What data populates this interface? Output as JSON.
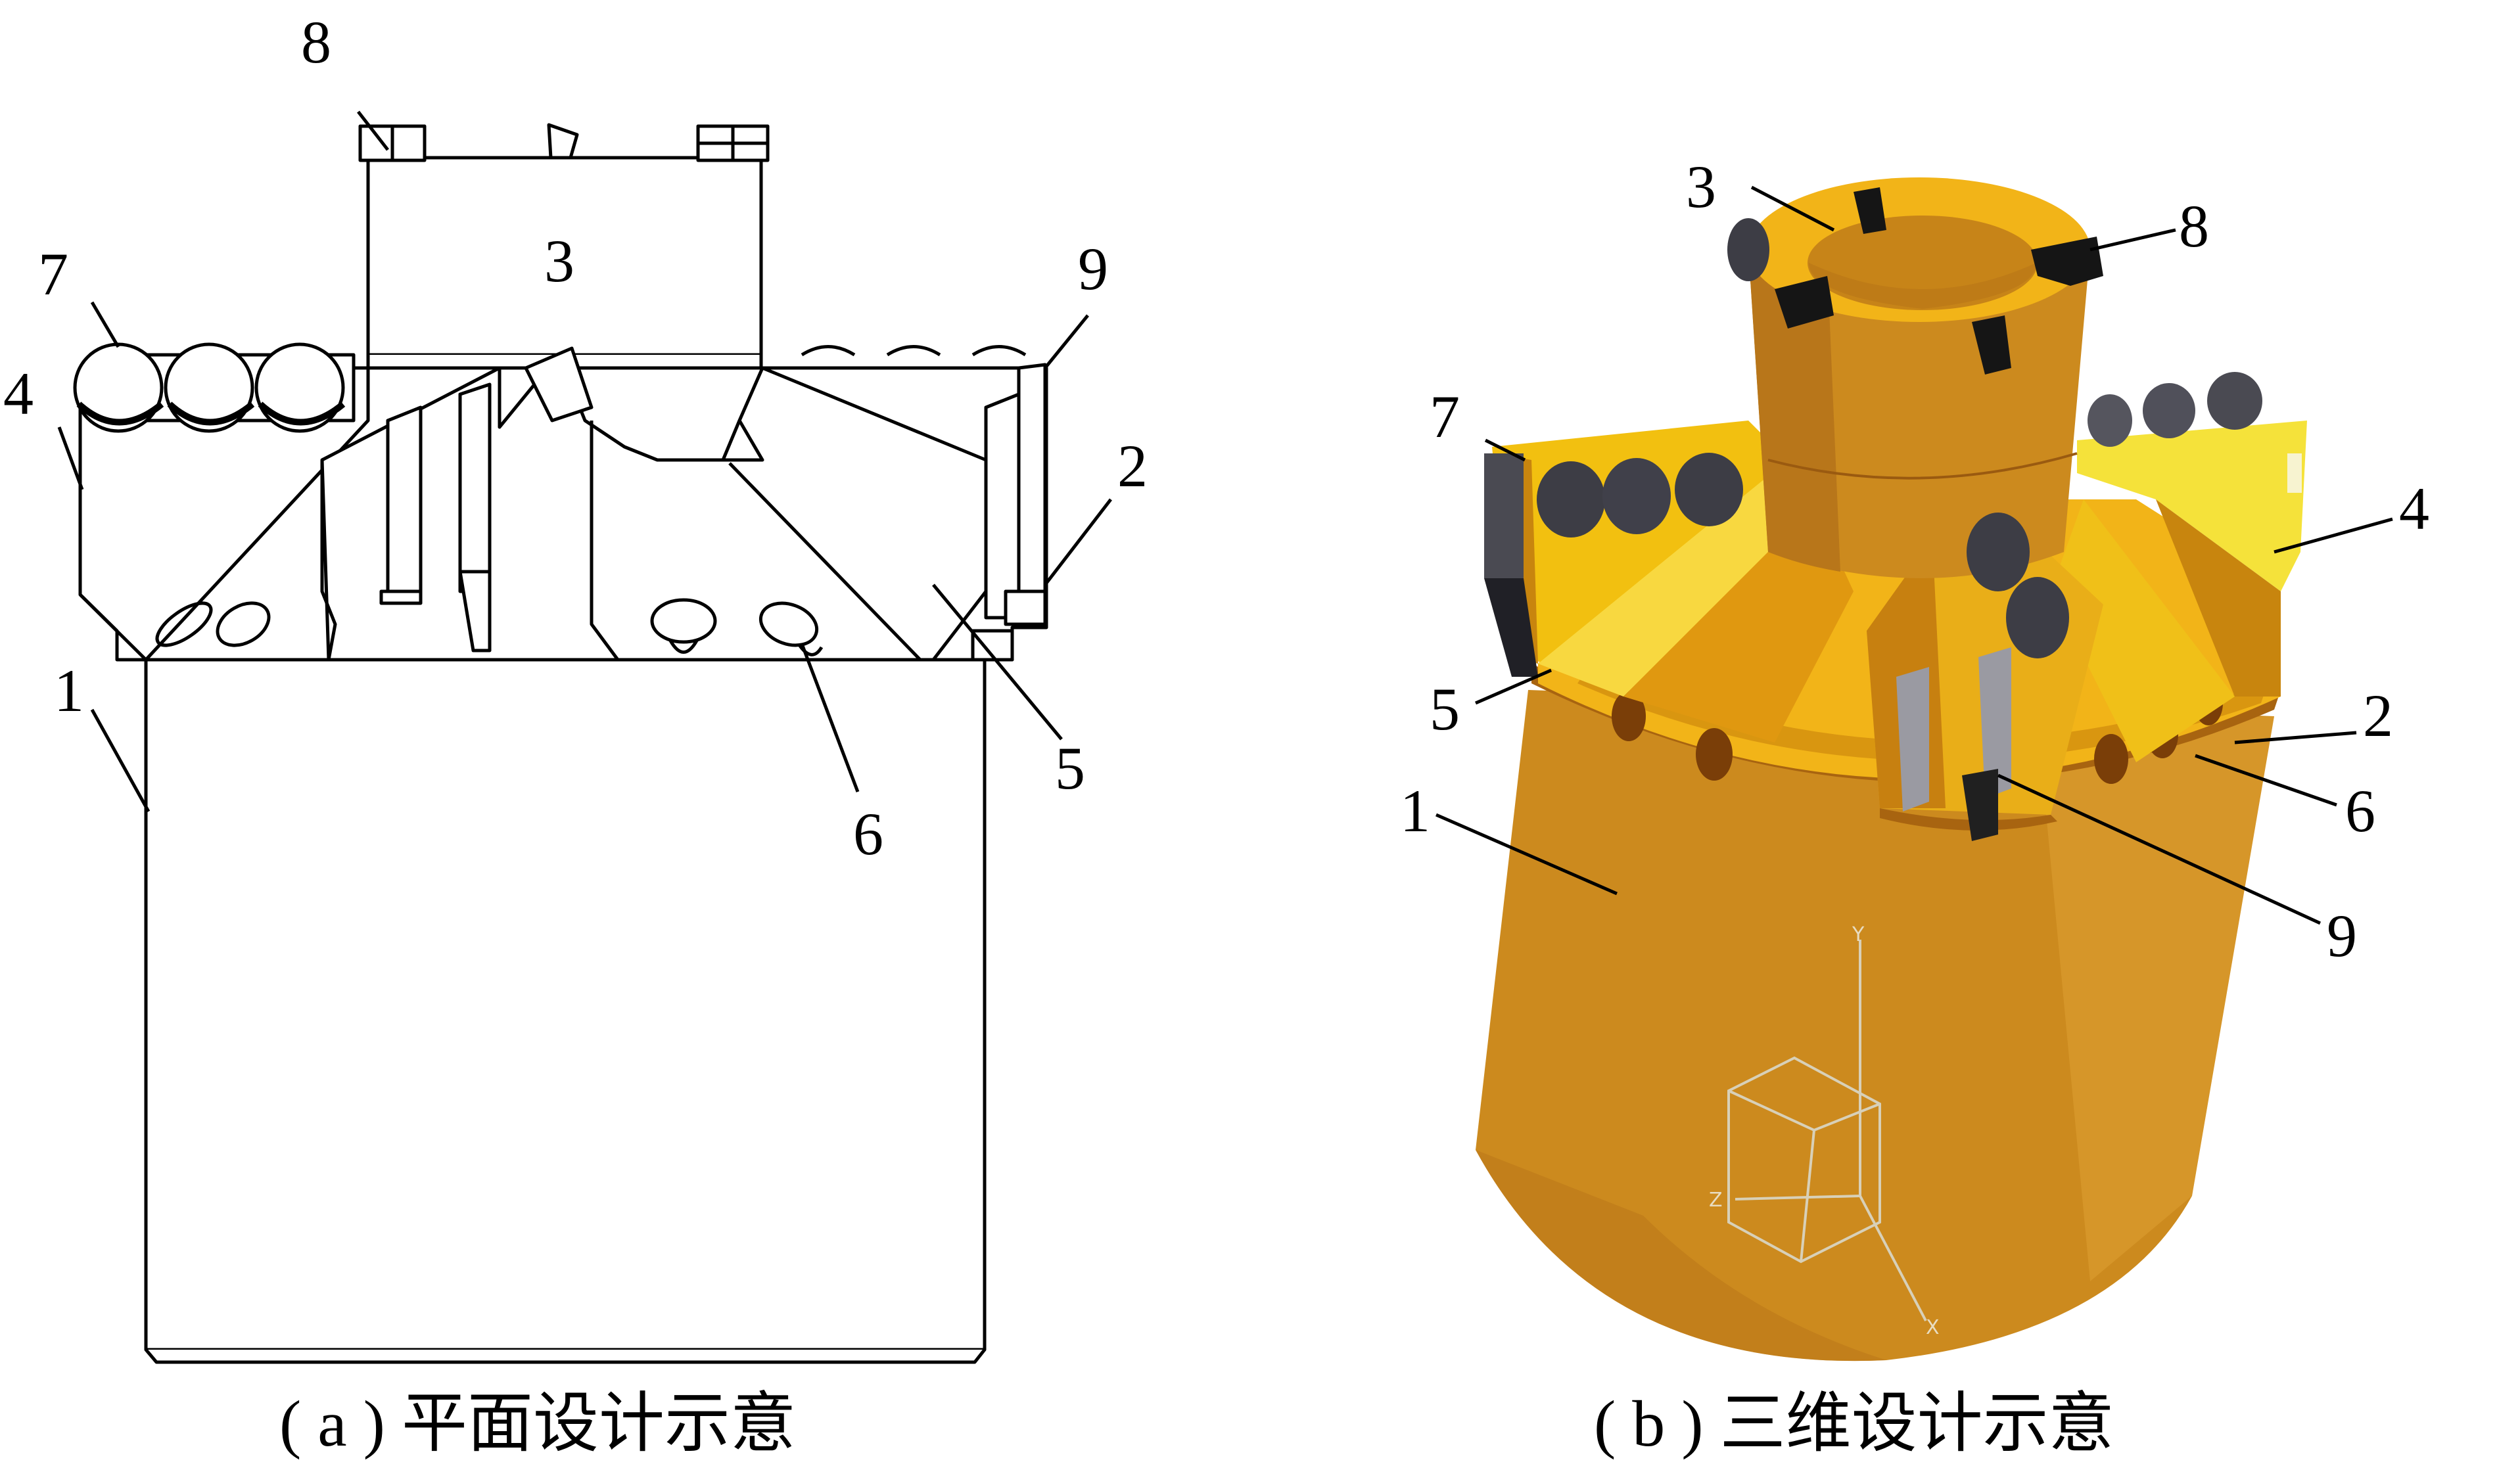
{
  "figure": {
    "panel_a": {
      "caption": "( a ) 平面设计示意",
      "labels": [
        "1",
        "2",
        "3",
        "4",
        "5",
        "6",
        "7",
        "8",
        "9"
      ]
    },
    "panel_b": {
      "caption": "( b ) 三维设计示意",
      "labels": [
        "1",
        "2",
        "3",
        "4",
        "5",
        "6",
        "7",
        "8",
        "9"
      ],
      "axes": [
        "Y",
        "Z",
        "X"
      ]
    },
    "colors": {
      "body": "#cc8a1e",
      "body_light": "#e0a22e",
      "face": "#f2c80e",
      "face_bright": "#f5e23a",
      "cutter": "#3d3d45",
      "line": "#000000"
    }
  }
}
